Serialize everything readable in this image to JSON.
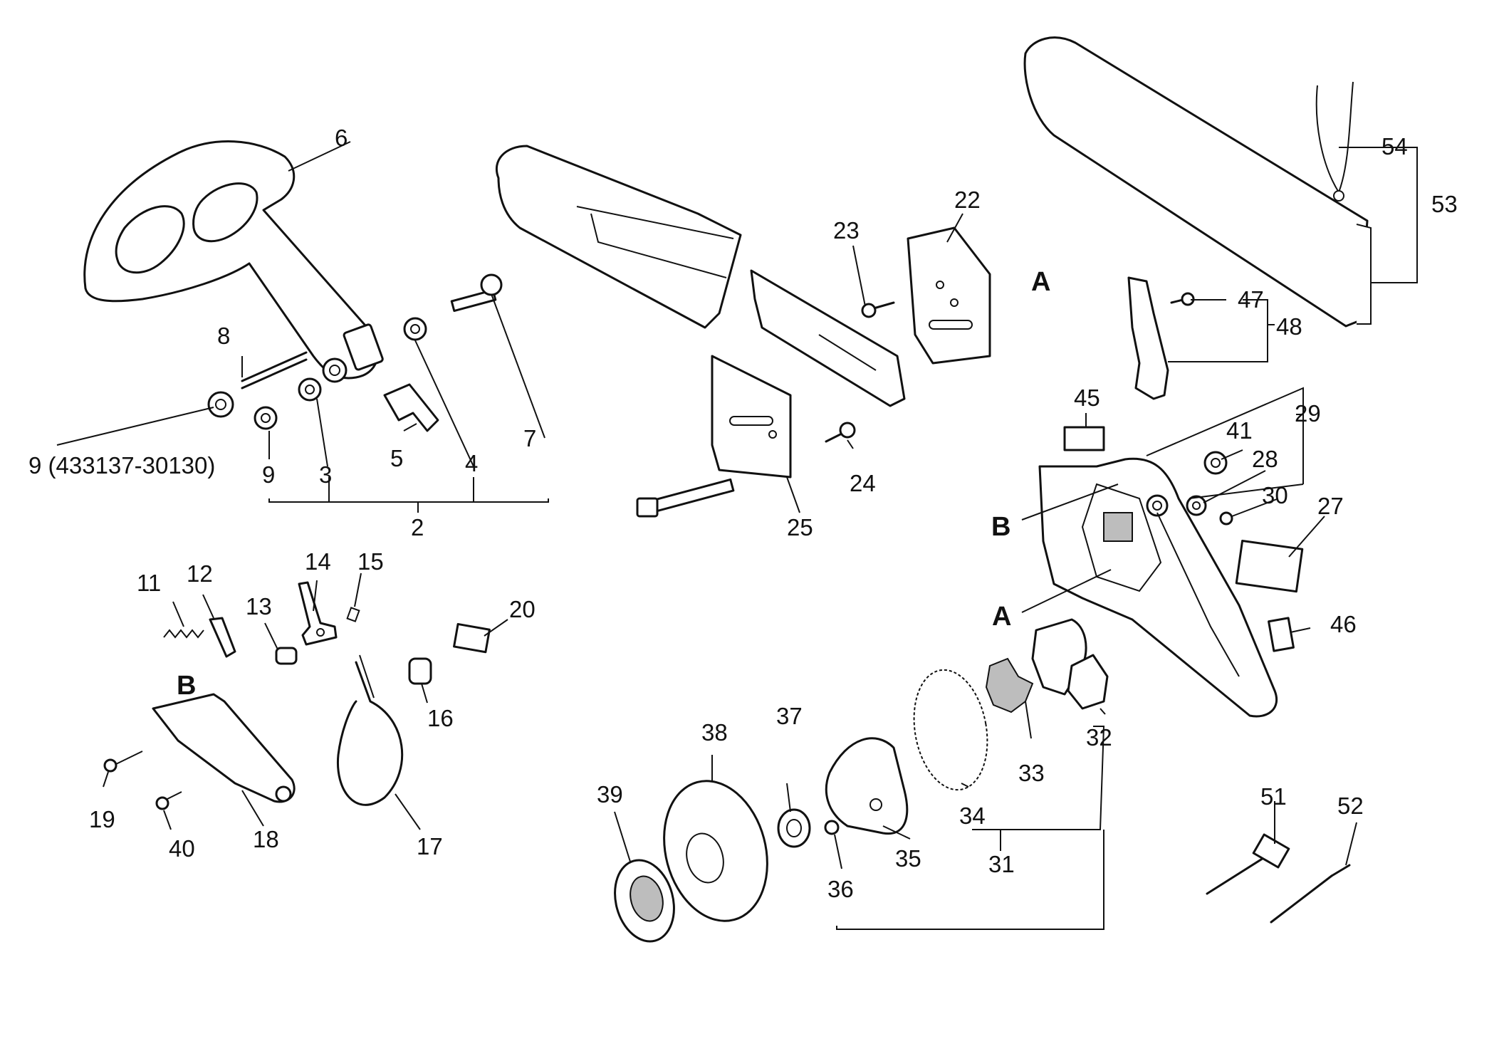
{
  "callouts": {
    "c2": "2",
    "c3": "3",
    "c4": "4",
    "c5": "5",
    "c6": "6",
    "c7": "7",
    "c8": "8",
    "c9": "9",
    "c9_code": "9 (433137-30130)",
    "c11": "11",
    "c12": "12",
    "c13": "13",
    "c14": "14",
    "c15": "15",
    "c16": "16",
    "c17": "17",
    "c18": "18",
    "c19": "19",
    "c20": "20",
    "c22": "22",
    "c23": "23",
    "c24": "24",
    "c25": "25",
    "c27": "27",
    "c28": "28",
    "c29": "29",
    "c30": "30",
    "c31": "31",
    "c32": "32",
    "c33": "33",
    "c34": "34",
    "c35": "35",
    "c36": "36",
    "c37": "37",
    "c38": "38",
    "c39": "39",
    "c40": "40",
    "c41": "41",
    "c45": "45",
    "c46": "46",
    "c47": "47",
    "c48": "48",
    "c51": "51",
    "c52": "52",
    "c53": "53",
    "c54": "54"
  },
  "markers": {
    "a_bar": "A",
    "a_cover": "A",
    "b_cover": "B",
    "b_brake": "B"
  }
}
